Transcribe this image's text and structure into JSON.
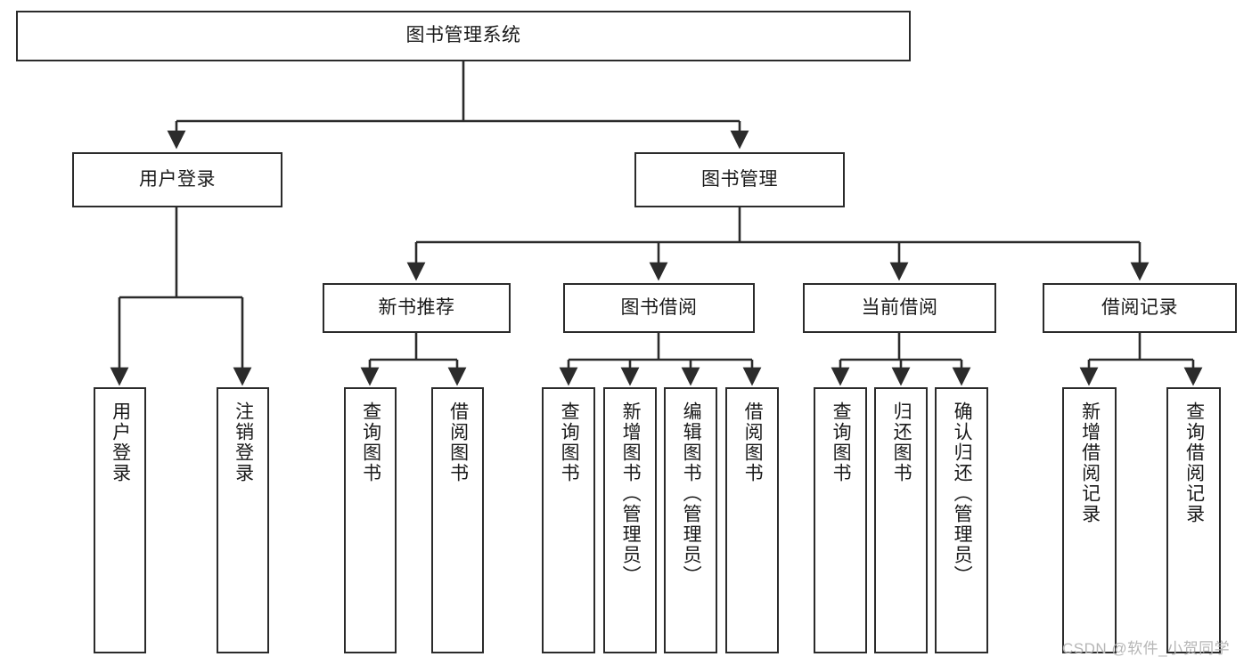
{
  "diagram": {
    "type": "tree",
    "title": "图书管理系统",
    "root": {
      "id": "root",
      "label": "图书管理系统"
    },
    "level2": [
      {
        "id": "user-login",
        "label": "用户登录"
      },
      {
        "id": "book-manage",
        "label": "图书管理"
      }
    ],
    "level3": [
      {
        "id": "new-book-recommend",
        "label": "新书推荐"
      },
      {
        "id": "book-borrow",
        "label": "图书借阅"
      },
      {
        "id": "current-borrow",
        "label": "当前借阅"
      },
      {
        "id": "borrow-record",
        "label": "借阅记录"
      }
    ],
    "leaves": [
      {
        "id": "leaf-user-login",
        "label": "用户登录",
        "parent": "user-login"
      },
      {
        "id": "leaf-logout-login",
        "label": "注销登录",
        "parent": "user-login"
      },
      {
        "id": "leaf-query-book-1",
        "label": "查询图书",
        "parent": "new-book-recommend"
      },
      {
        "id": "leaf-borrow-book-1",
        "label": "借阅图书",
        "parent": "new-book-recommend"
      },
      {
        "id": "leaf-query-book-2",
        "label": "查询图书",
        "parent": "book-borrow"
      },
      {
        "id": "leaf-add-book",
        "label": "新增图书（管理员）",
        "parent": "book-borrow"
      },
      {
        "id": "leaf-edit-book",
        "label": "编辑图书（管理员）",
        "parent": "book-borrow"
      },
      {
        "id": "leaf-borrow-book-2",
        "label": "借阅图书",
        "parent": "book-borrow"
      },
      {
        "id": "leaf-query-book-3",
        "label": "查询图书",
        "parent": "current-borrow"
      },
      {
        "id": "leaf-return-book",
        "label": "归还图书",
        "parent": "current-borrow"
      },
      {
        "id": "leaf-confirm-return",
        "label": "确认归还（管理员）",
        "parent": "current-borrow"
      },
      {
        "id": "leaf-add-record",
        "label": "新增借阅记录",
        "parent": "borrow-record"
      },
      {
        "id": "leaf-query-record",
        "label": "查询借阅记录",
        "parent": "borrow-record"
      }
    ],
    "colors": {
      "border": "#2b2b2b",
      "text": "#1a1a1a",
      "background": "#ffffff",
      "watermark": "#b6b6b6"
    }
  },
  "watermark": {
    "text": "CSDN @软件_小贺同学"
  }
}
